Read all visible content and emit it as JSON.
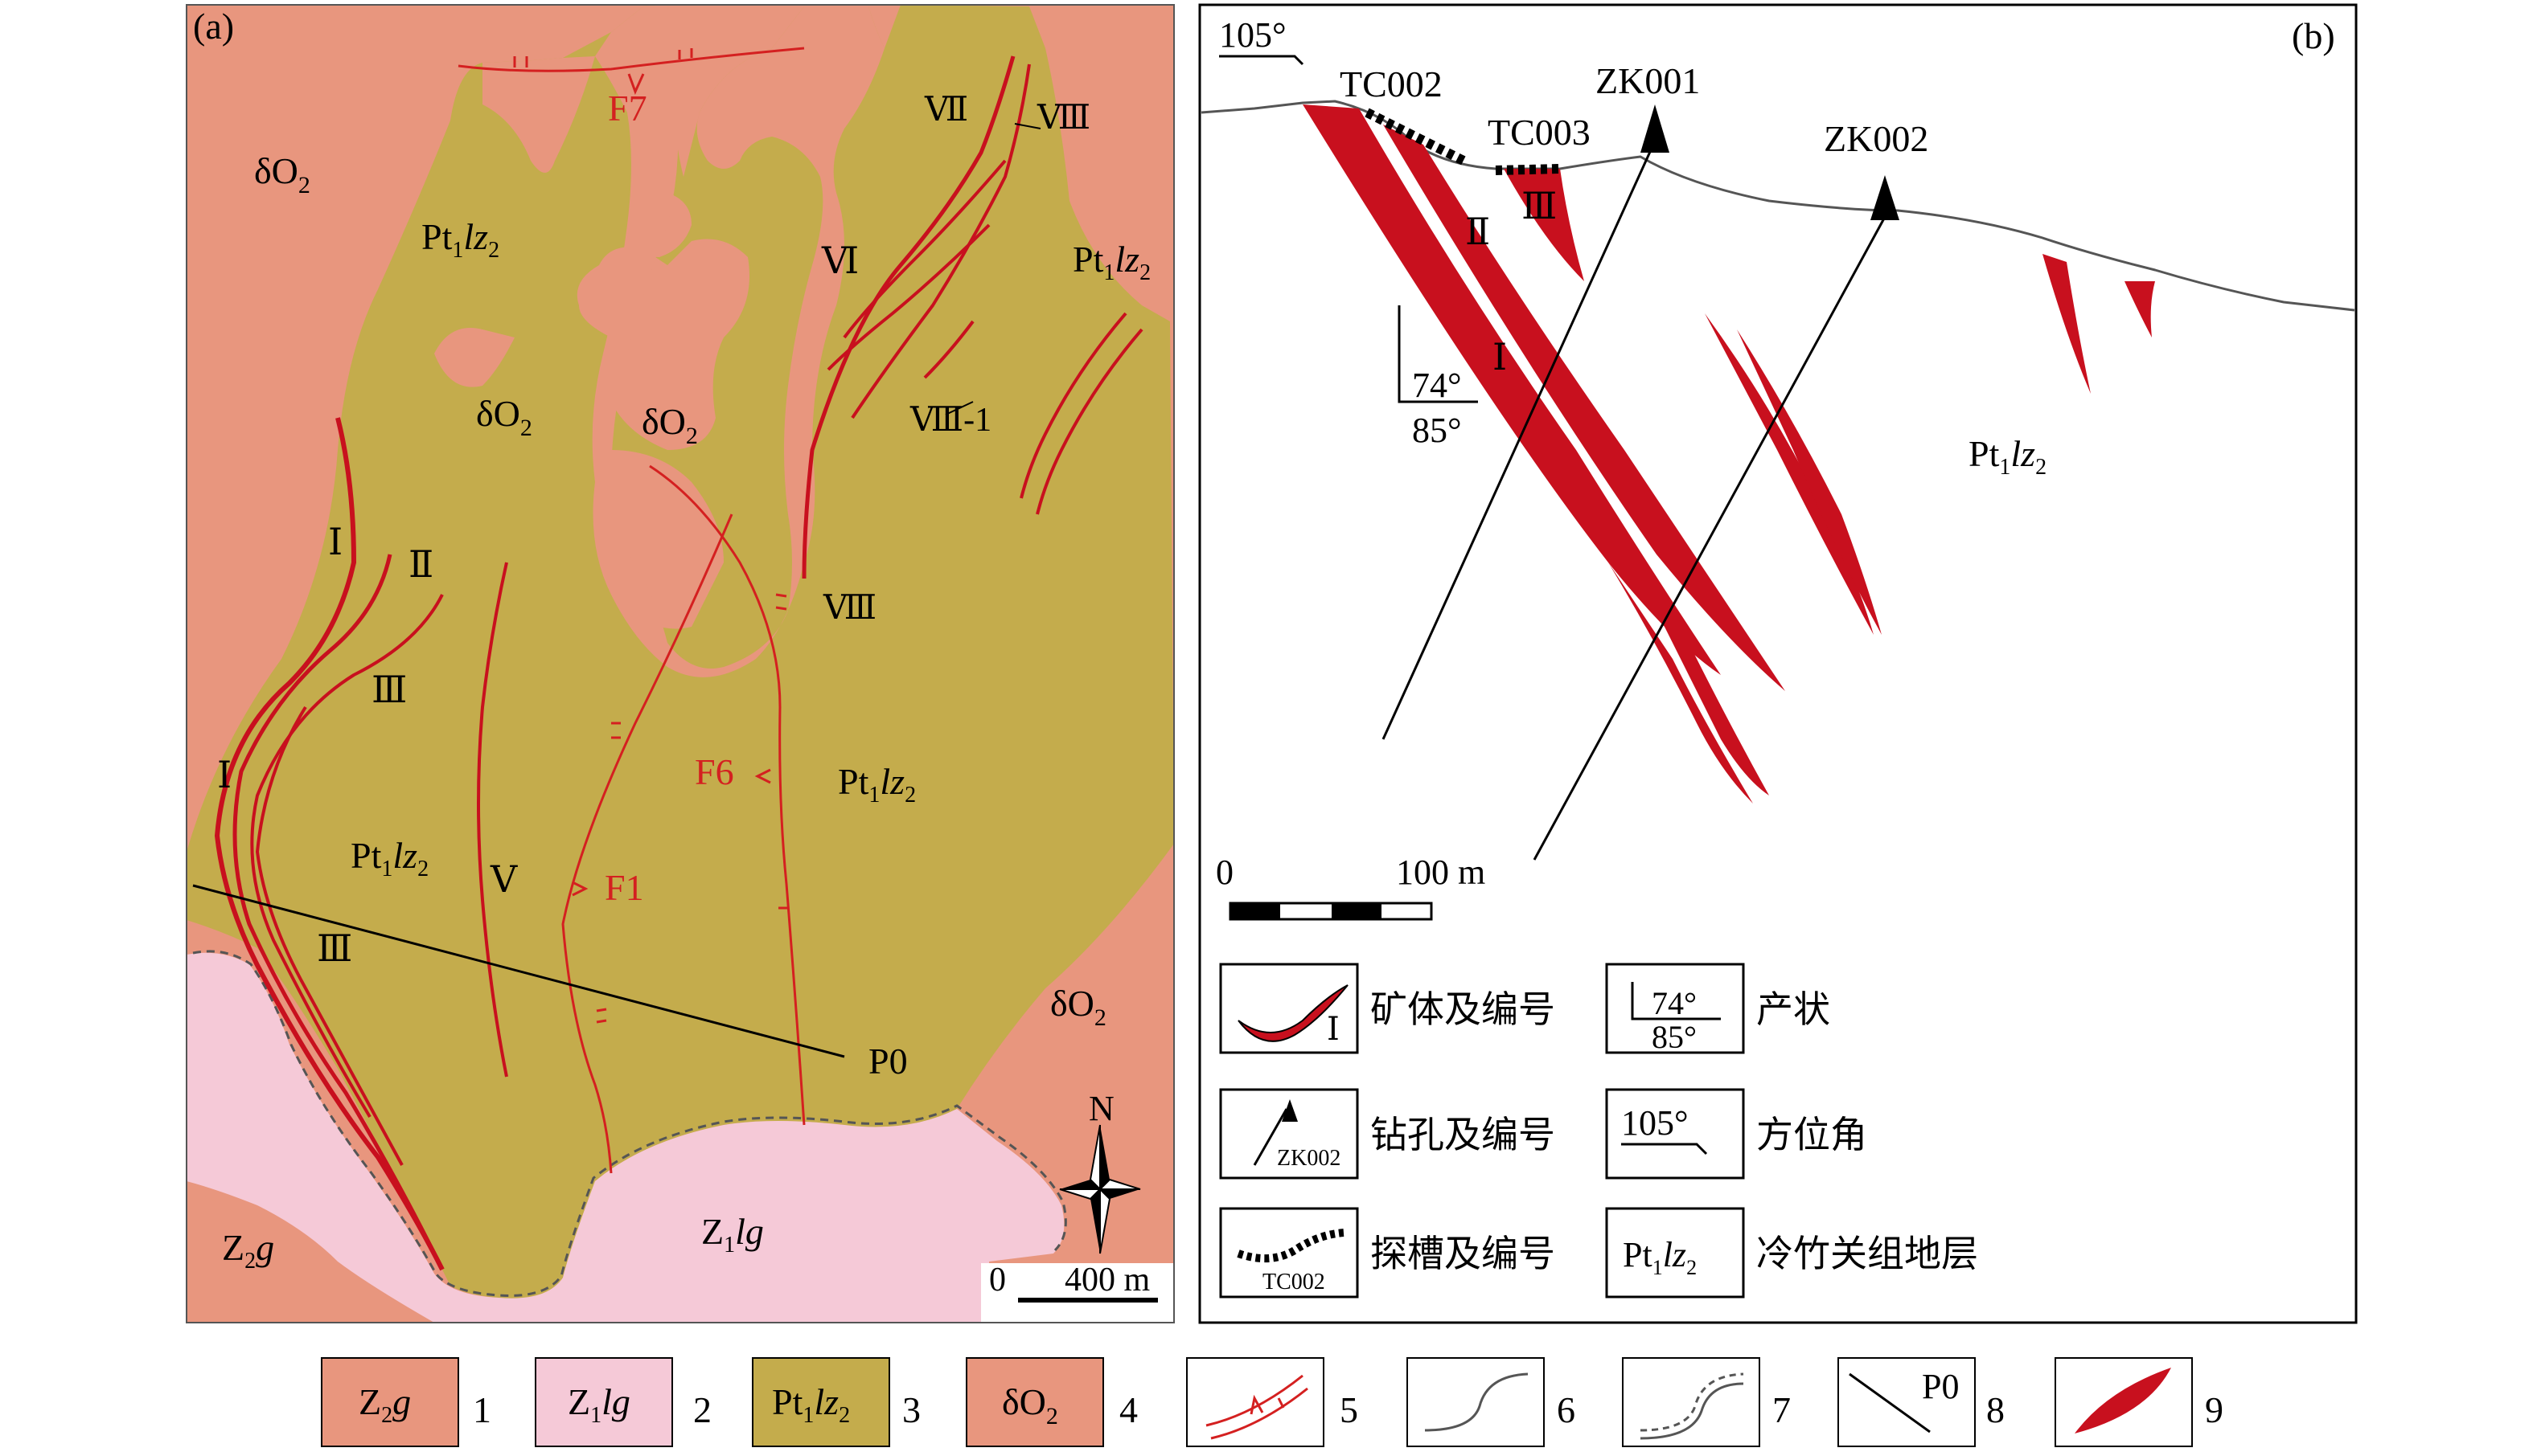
{
  "panel_a": {
    "tag": "(a)",
    "colors": {
      "dO2": "#e8967e",
      "Pt1lz2": "#c4ac4c",
      "Z1lg": "#f5c9d7",
      "Z2g": "#e8967e",
      "ore": "#c8101e",
      "fault": "#d42020"
    },
    "units": {
      "dO2": "δO",
      "sub2": "2",
      "pt_a": "Pt",
      "pt_sub1": "1",
      "pt_b": "lz",
      "pt_sub2": "2",
      "z1_a": "Z",
      "z1_sub": "1",
      "z1_b": "lg",
      "z2_a": "Z",
      "z2_sub": "2",
      "z2_b": "g"
    },
    "orebodies": {
      "I": "Ⅰ",
      "II": "Ⅱ",
      "III": "Ⅲ",
      "V": "Ⅴ",
      "VI": "Ⅵ",
      "VII": "Ⅶ",
      "VIII": "Ⅷ",
      "VIII1": "Ⅷ-1"
    },
    "faults": {
      "F1": "F1",
      "F6": "F6",
      "F7": "F7"
    },
    "profile": "P0",
    "north": "N",
    "scale": {
      "zero": "0",
      "label": "400 m"
    }
  },
  "panel_b": {
    "tag": "(b)",
    "azimuth": "105°",
    "trenches": {
      "tc002": "TC002",
      "tc003": "TC003"
    },
    "drills": {
      "zk001": "ZK001",
      "zk002": "ZK002"
    },
    "attitude": {
      "dip_dir": "74°",
      "dip": "85°"
    },
    "stratum": {
      "a": "Pt",
      "s1": "1",
      "b": "lz",
      "s2": "2"
    },
    "scale": {
      "zero": "0",
      "label": "100 m"
    },
    "legend": {
      "ore": "矿体及编号",
      "ore_num": "Ⅰ",
      "attitude": "产状",
      "att_a": "74°",
      "att_b": "85°",
      "drill": "钻孔及编号",
      "drill_num": "ZK002",
      "azimuth": "方位角",
      "az_val": "105°",
      "trench": "探槽及编号",
      "trench_num": "TC002",
      "strat": "冷竹关组地层"
    }
  },
  "bottom_legend": {
    "n1": "1",
    "n2": "2",
    "n3": "3",
    "n4": "4",
    "n5": "5",
    "n6": "6",
    "n7": "7",
    "n8": "8",
    "n9": "9",
    "p0": "P0"
  }
}
